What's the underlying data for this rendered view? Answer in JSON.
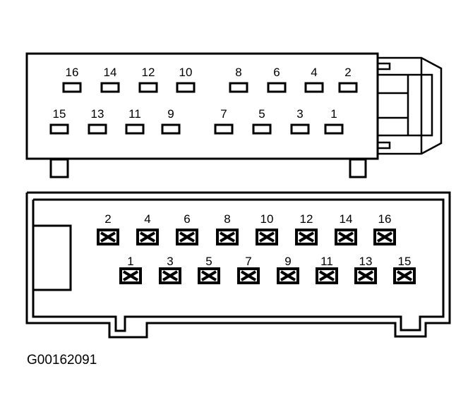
{
  "top_connector": {
    "row_upper_pins": [
      "16",
      "14",
      "12",
      "10",
      "8",
      "6",
      "4",
      "2"
    ],
    "row_lower_pins": [
      "15",
      "13",
      "11",
      "9",
      "7",
      "5",
      "3",
      "1"
    ]
  },
  "bottom_connector": {
    "row_upper_pins": [
      "2",
      "4",
      "6",
      "8",
      "10",
      "12",
      "14",
      "16"
    ],
    "row_lower_pins": [
      "1",
      "3",
      "5",
      "7",
      "9",
      "11",
      "13",
      "15"
    ]
  },
  "figure_id": "G00162091",
  "colors": {
    "ink": "#000000",
    "paper": "#ffffff"
  }
}
